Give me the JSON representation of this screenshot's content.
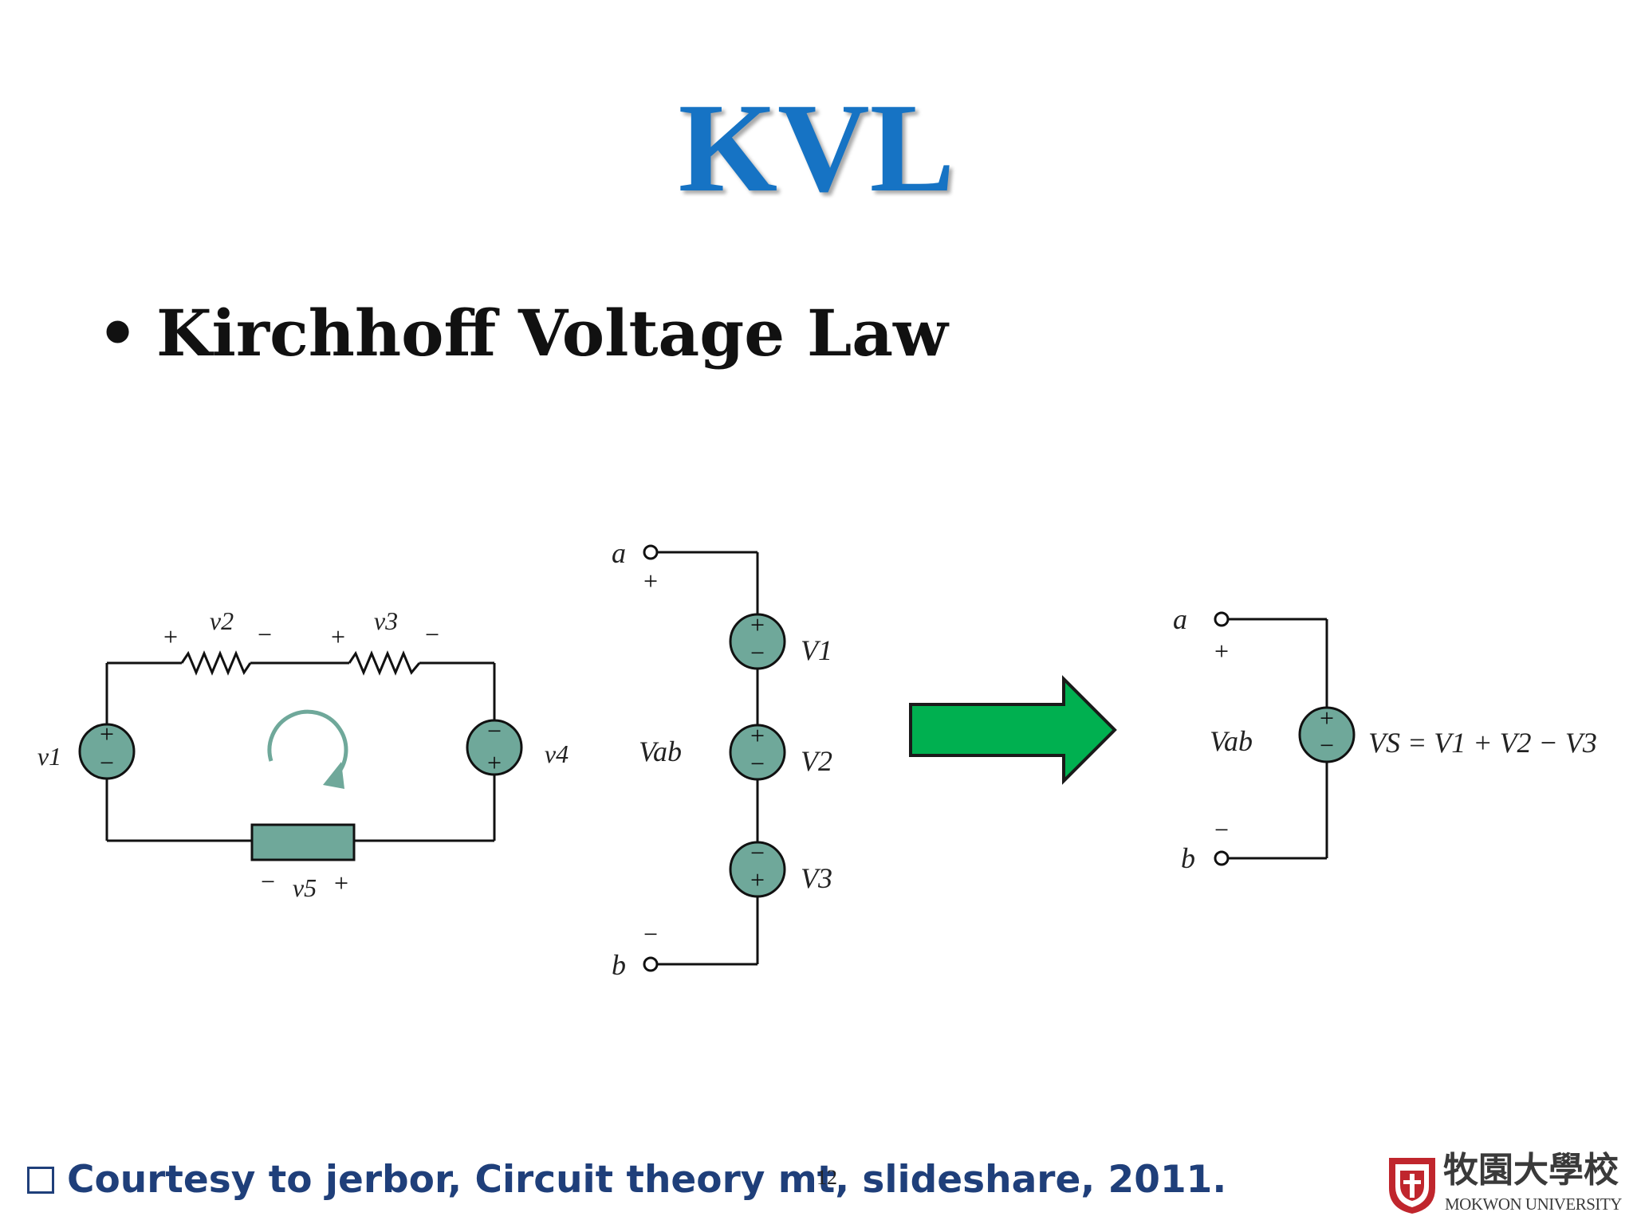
{
  "slide": {
    "title": "KVL",
    "bullet": "Kirchhoff Voltage Law",
    "footer_text": "Courtesy to jerbor, Circuit theory mt, slideshare, 2011.",
    "page_number": "12"
  },
  "logo": {
    "name_cn": "牧園大學校",
    "name_en": "MOKWON UNIVERSITY"
  },
  "circuit_loop": {
    "labels": {
      "v1": "v1",
      "v2": "v2",
      "v3": "v3",
      "v4": "v4",
      "v5": "v5"
    },
    "plus": "+",
    "minus": "−"
  },
  "series_sources": {
    "node_a": "a",
    "node_b": "b",
    "vab": "Vab",
    "V1": "V1",
    "V2": "V2",
    "V3": "V3",
    "plus": "+",
    "minus": "−"
  },
  "equivalent": {
    "node_a": "a",
    "node_b": "b",
    "vab": "Vab",
    "equation": "VS = V1 + V2 − V3",
    "plus": "+",
    "minus": "−"
  },
  "colors": {
    "title": "#1673c4",
    "element_fill": "#6fa89a",
    "arrow": "#00b050",
    "footer": "#1f3f7a",
    "logo_red": "#c0262d"
  }
}
